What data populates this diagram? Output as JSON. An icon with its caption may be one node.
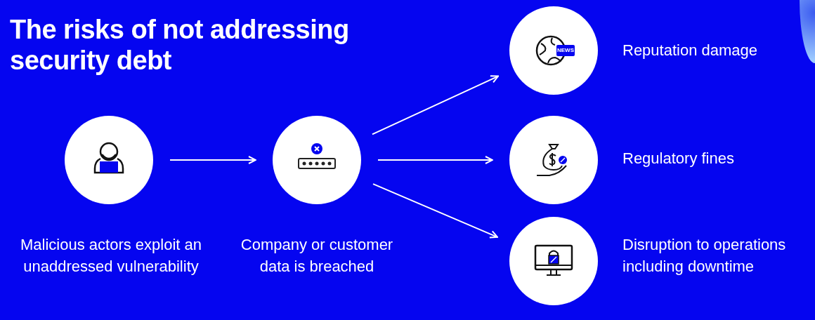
{
  "diagram": {
    "title": "The risks of not addressing security debt",
    "nodes": [
      {
        "text": [],
        "shape": "circle",
        "beside": [
          "Malicious actors exploit an unaddressed vulnerability"
        ]
      },
      {
        "text": [],
        "shape": "circle",
        "beside": [
          "Company or customer data is breached"
        ]
      },
      {
        "text": [],
        "shape": "circle",
        "beside": [
          "Reputation damage"
        ]
      },
      {
        "text": [],
        "shape": "circle",
        "beside": [
          "Regulatory fines"
        ]
      },
      {
        "text": [],
        "shape": "circle",
        "beside": [
          "Disruption to operations including downtime"
        ]
      }
    ],
    "edges": [
      {
        "from": 0,
        "to": 1,
        "arrow": "to"
      },
      {
        "from": 1,
        "to": 2,
        "arrow": "to"
      },
      {
        "from": 1,
        "to": 3,
        "arrow": "to"
      },
      {
        "from": 1,
        "to": 4,
        "arrow": "to"
      }
    ],
    "labels": [
      "NEWS"
    ]
  }
}
